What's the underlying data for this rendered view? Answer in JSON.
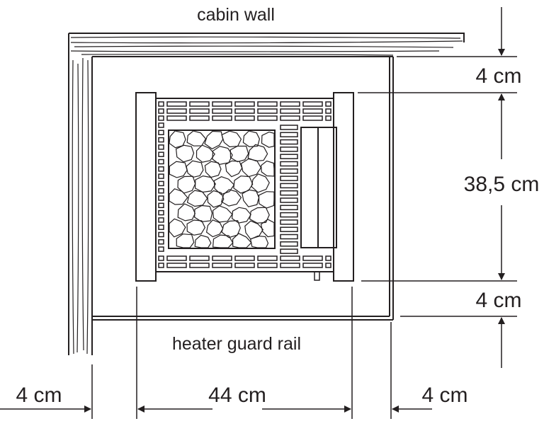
{
  "labels": {
    "cabin_wall": "cabin wall",
    "heater_guard_rail": "heater guard rail"
  },
  "dimensions": {
    "top_clearance": "4 cm",
    "heater_depth": "38,5 cm",
    "bottom_clearance": "4 cm",
    "left_clearance": "4 cm",
    "heater_width": "44 cm",
    "right_clearance": "4 cm"
  },
  "colors": {
    "ink": "#231f20",
    "background": "#ffffff"
  }
}
